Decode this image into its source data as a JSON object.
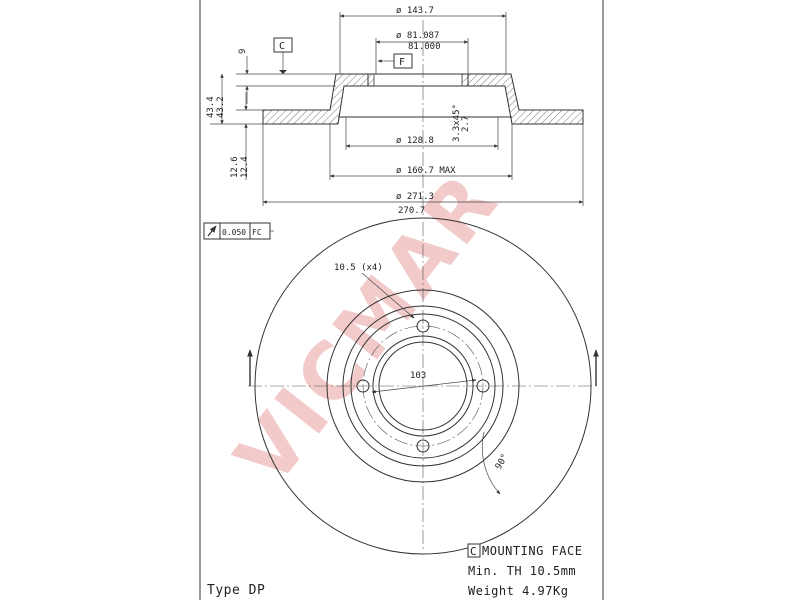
{
  "section_view": {
    "dims": {
      "d_outer_hat": "ø 143.7",
      "d_bore_max": "ø 81.087",
      "d_bore_min": "81.000",
      "d_inner_hat": "ø 128.8",
      "d_hub_max": "ø 160.7 MAX",
      "d_disc_max": "ø 271.3",
      "d_disc_min": "270.7",
      "flange_thk": "9",
      "height_max": "43.4",
      "height_min": "43.2",
      "chamfer": "3.3x45°",
      "chamfer_2": "2.7",
      "disc_thk_max": "12.6",
      "disc_thk_min": "12.4"
    },
    "datum_c": "C",
    "datum_f": "F",
    "tolerance_box": {
      "value": "0.050",
      "ref": "FC"
    }
  },
  "plan_view": {
    "hole_callout": "10.5 (x4)",
    "pcd": "103",
    "angle": "90°"
  },
  "watermark": "VICMAR",
  "notes": {
    "mounting_face_symbol": "C",
    "mounting_face": "MOUNTING FACE",
    "min_th": "Min. TH 10.5mm",
    "weight": "Weight 4.97Kg"
  },
  "type_label": "Type DP",
  "colors": {
    "line": "#333333",
    "hatch": "#555555",
    "watermark": "#e9a0a0",
    "border": "#000000"
  }
}
